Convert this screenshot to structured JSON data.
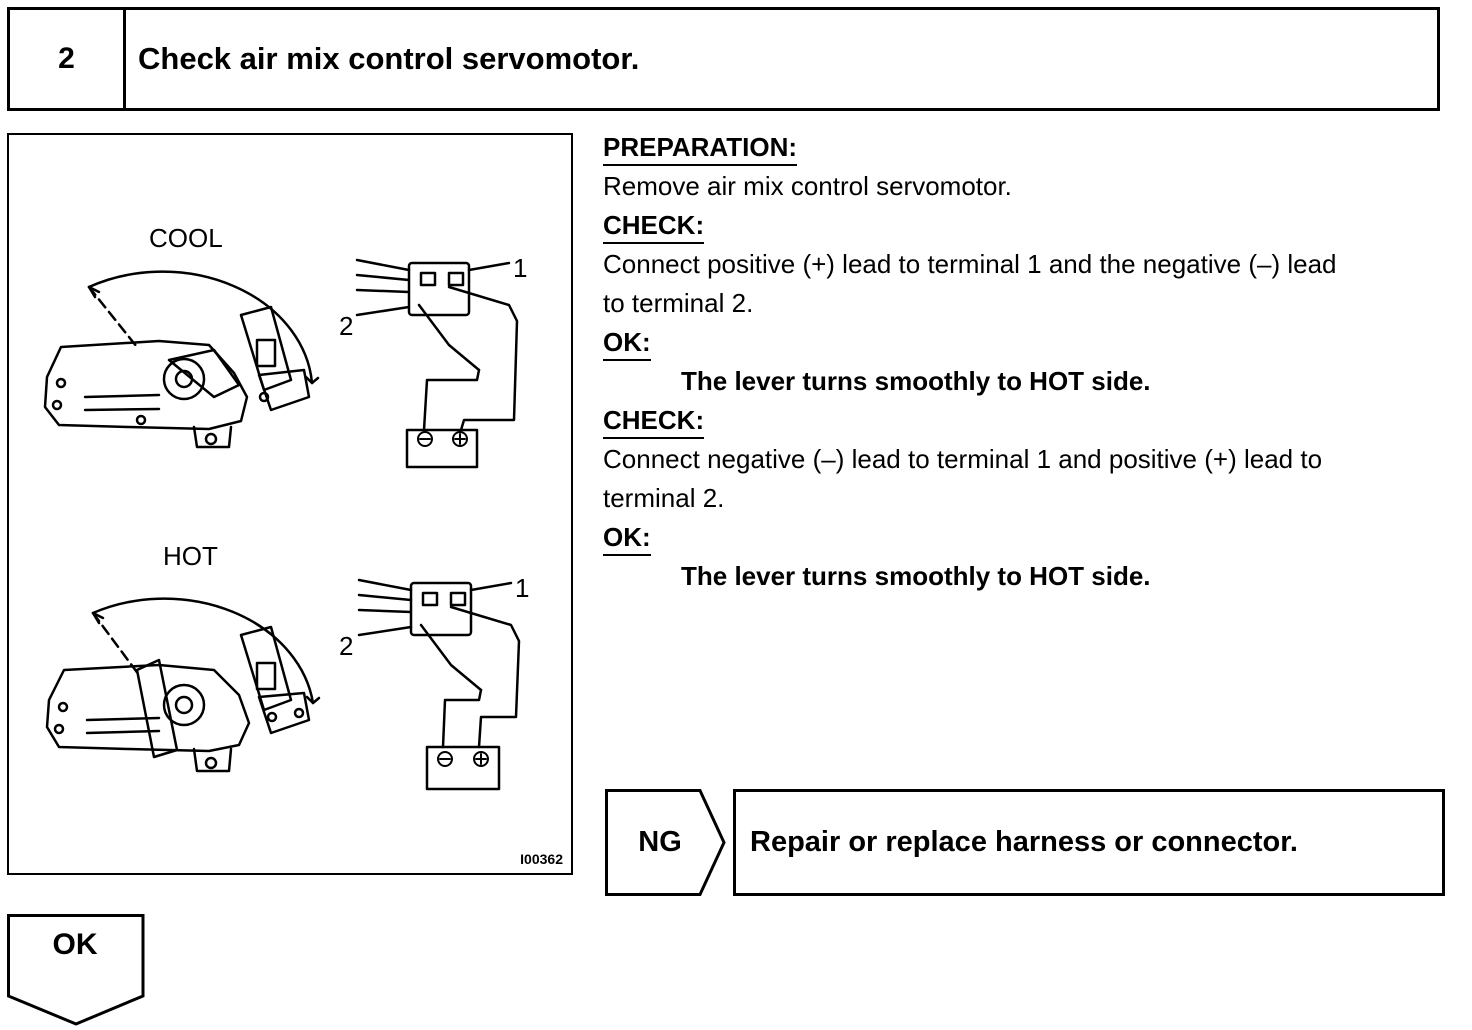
{
  "step": {
    "number": "2",
    "title": "Check air mix control servomotor."
  },
  "figure": {
    "cool_label": "COOL",
    "hot_label": "HOT",
    "terminal_1": "1",
    "terminal_2": "2",
    "figure_code": "I00362"
  },
  "instructions": {
    "preparation_heading": "PREPARATION:",
    "preparation_text": "Remove air mix control servomotor.",
    "check1_heading": "CHECK:",
    "check1_text_line1": "Connect positive (+) lead to terminal 1 and the negative (–) lead",
    "check1_text_line2": "to terminal 2.",
    "ok1_heading": "OK:",
    "ok1_result": "The lever turns smoothly to HOT side.",
    "check2_heading": "CHECK:",
    "check2_text_line1": "Connect negative (–) lead to terminal 1 and positive (+) lead to",
    "check2_text_line2": "terminal 2.",
    "ok2_heading": "OK:",
    "ok2_result": "The lever turns smoothly to HOT side."
  },
  "ng_result": {
    "label": "NG",
    "action": "Repair or replace harness or connector."
  },
  "ok_result": {
    "label": "OK"
  }
}
